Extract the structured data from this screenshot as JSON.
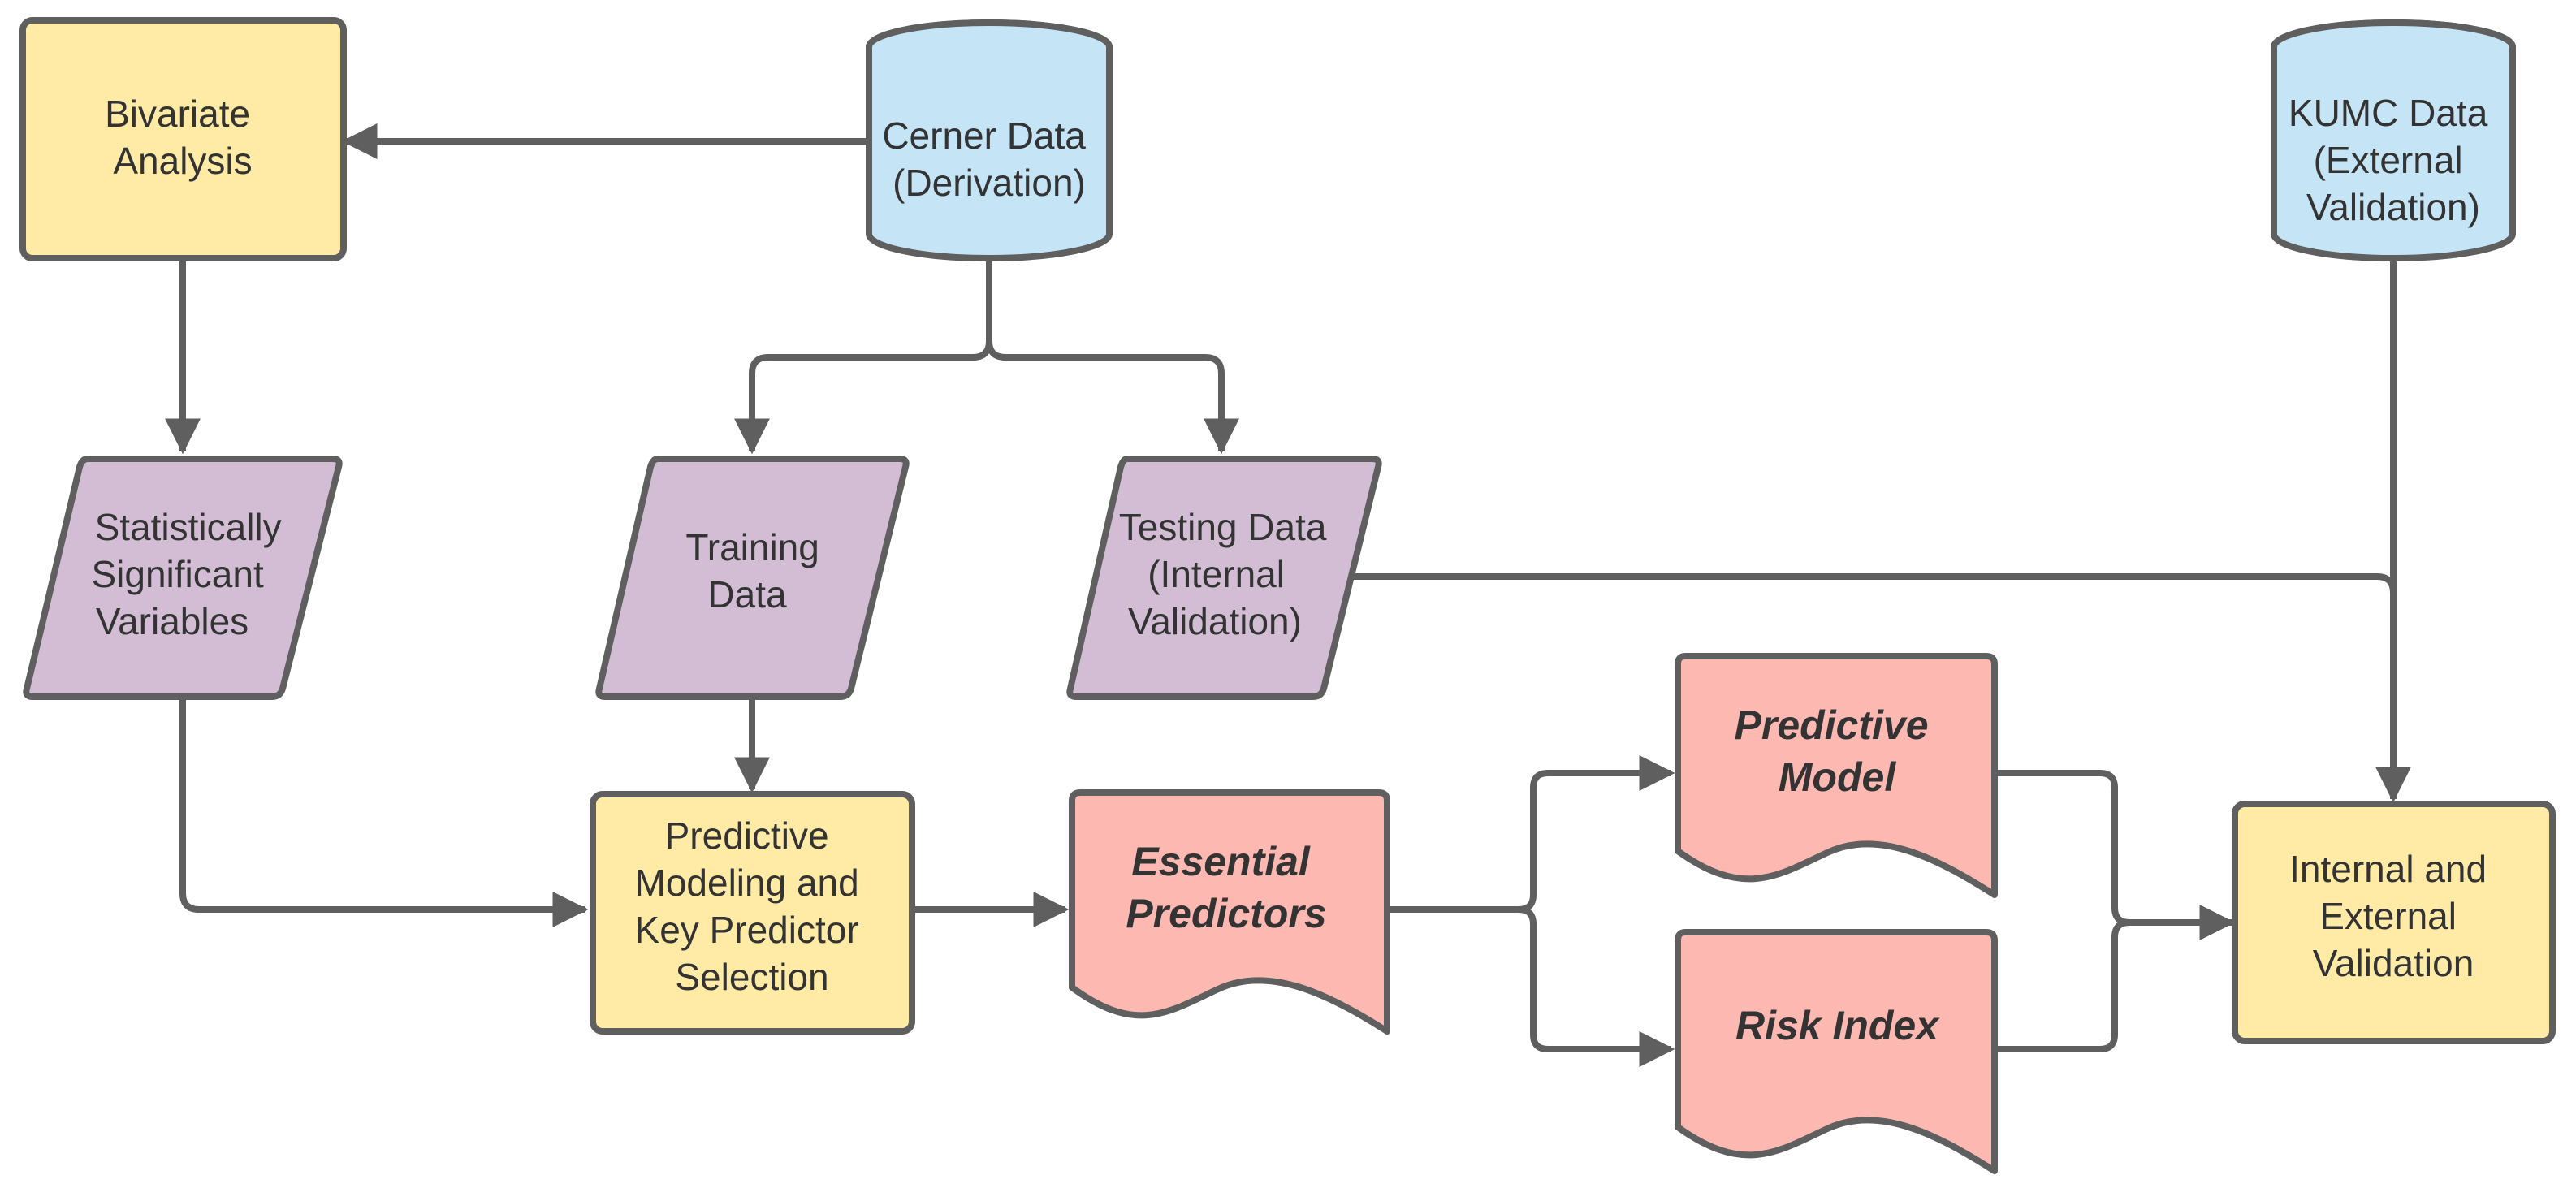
{
  "nodes": {
    "bivariate_analysis": {
      "shape": "process",
      "fill": "#ffeaa6",
      "lines": [
        "Bivariate",
        "Analysis"
      ]
    },
    "cerner_data": {
      "shape": "database",
      "fill": "#c5e5f7",
      "lines": [
        "Cerner Data",
        "(Derivation)"
      ]
    },
    "kumc_data": {
      "shape": "database",
      "fill": "#c5e5f7",
      "lines": [
        "KUMC Data",
        "(External",
        "Validation)"
      ]
    },
    "significant_variables": {
      "shape": "data",
      "fill": "#d2bdd4",
      "lines": [
        "Statistically",
        "Significant",
        "Variables"
      ]
    },
    "training_data": {
      "shape": "data",
      "fill": "#d2bdd4",
      "lines": [
        "Training",
        "Data"
      ]
    },
    "testing_data": {
      "shape": "data",
      "fill": "#d2bdd4",
      "lines": [
        "Testing Data",
        "(Internal",
        "Validation)"
      ]
    },
    "predictive_modeling": {
      "shape": "process",
      "fill": "#ffeaa6",
      "lines": [
        "Predictive",
        "Modeling and",
        "Key Predictor",
        "Selection"
      ]
    },
    "essential_predictors": {
      "shape": "document",
      "fill": "#fdb8b1",
      "lines": [
        "Essential",
        "Predictors"
      ]
    },
    "predictive_model": {
      "shape": "document",
      "fill": "#fdb8b1",
      "lines": [
        "Predictive",
        "Model"
      ]
    },
    "risk_index": {
      "shape": "document",
      "fill": "#fdb8b1",
      "lines": [
        "Risk Index"
      ]
    },
    "validation": {
      "shape": "process",
      "fill": "#ffeaa6",
      "lines": [
        "Internal and",
        "External",
        "Validation"
      ]
    }
  },
  "edges": [
    {
      "from": "cerner_data",
      "to": "bivariate_analysis"
    },
    {
      "from": "bivariate_analysis",
      "to": "significant_variables"
    },
    {
      "from": "cerner_data",
      "to": "training_data"
    },
    {
      "from": "cerner_data",
      "to": "testing_data"
    },
    {
      "from": "significant_variables",
      "to": "predictive_modeling"
    },
    {
      "from": "training_data",
      "to": "predictive_modeling"
    },
    {
      "from": "predictive_modeling",
      "to": "essential_predictors"
    },
    {
      "from": "essential_predictors",
      "to": "predictive_model"
    },
    {
      "from": "essential_predictors",
      "to": "risk_index"
    },
    {
      "from": "predictive_model",
      "to": "validation"
    },
    {
      "from": "risk_index",
      "to": "validation"
    },
    {
      "from": "testing_data",
      "to": "validation"
    },
    {
      "from": "kumc_data",
      "to": "validation"
    }
  ],
  "colors": {
    "stroke": "#5f5f5f",
    "text": "#333333",
    "process": "#ffeaa6",
    "database": "#c5e5f7",
    "data": "#d2bdd4",
    "document": "#fdb8b1"
  }
}
